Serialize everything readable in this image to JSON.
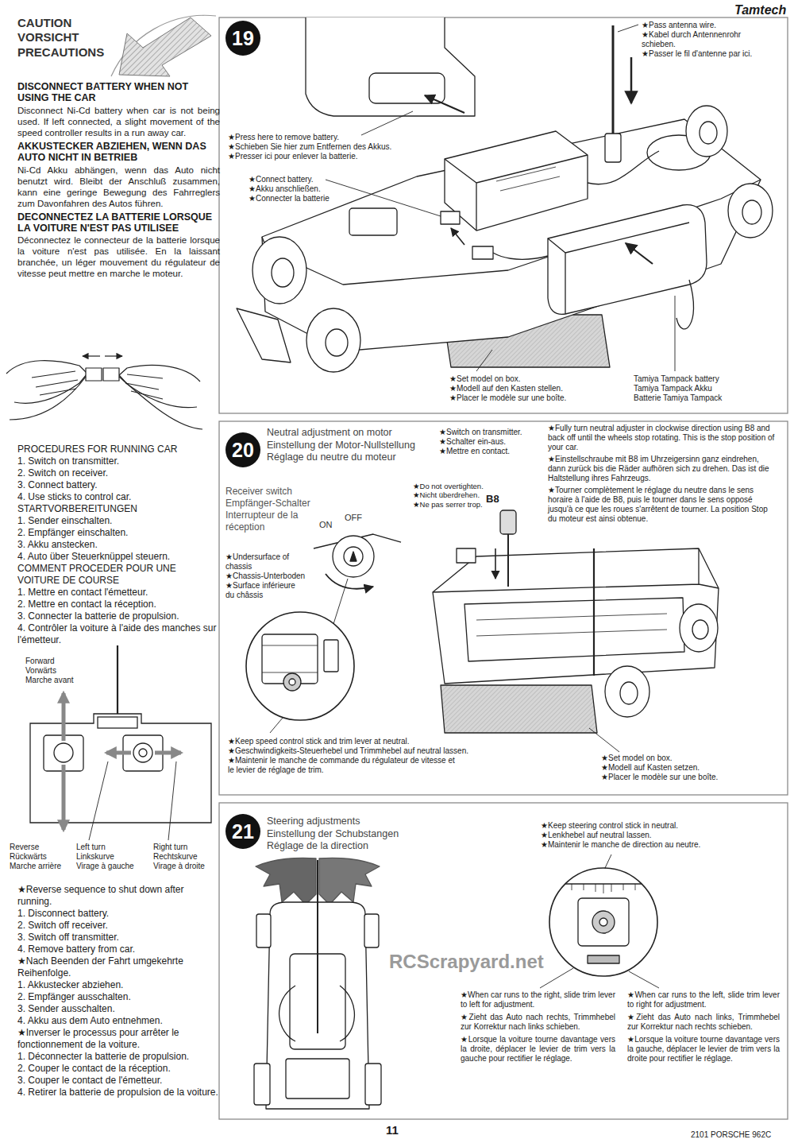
{
  "diagram": {
    "nodes": [
      {
        "text": [
          "19"
        ]
      },
      {
        "text": [
          "20"
        ]
      },
      {
        "text": [
          "21"
        ]
      }
    ],
    "labels": [
      "Tamtech",
      "CAUTION",
      "VORSICHT",
      "PRECAUTIONS",
      "DISCONNECT BATTERY WHEN NOT USING THE CAR",
      "Disconnect Ni-Cd battery when car is not being used. If left connected, a slight movement of the speed controller results in a run away car.",
      "AKKUSTECKER ABZIEHEN, WENN DAS AUTO NICHT IN BETRIEB",
      "Ni-Cd Akku abhängen, wenn das Auto nicht benutzt wird. Bleibt der Anschluß zusammen, kann eine geringe Bewegung des Fahrreglers zum Davonfahren des Autos führen.",
      "DECONNECTEZ LA BATTERIE LORSQUE LA VOITURE N'EST PAS UTILISEE",
      "Déconnectez le connecteur de la batterie lorsque la voiture n'est pas utilisée. En la laissant branchée, un léger mouvement du régulateur de vitesse peut mettre en marche le moteur.",
      "PROCEDURES FOR RUNNING CAR",
      "1. Switch on transmitter.",
      "2. Switch on receiver.",
      "3. Connect battery.",
      "4. Use sticks to control car.",
      "STARTVORBEREITUNGEN",
      "1. Sender einschalten.",
      "2. Empfänger einschalten.",
      "3. Akku anstecken.",
      "4. Auto über Steuerknüppel steuern.",
      "COMMENT PROCEDER POUR UNE VOITURE DE COURSE",
      "1. Mettre en contact l'émetteur.",
      "2. Mettre en contact la réception.",
      "3. Connecter la batterie de propulsion.",
      "4. Contrôler la voiture à l'aide des manches sur l'émetteur.",
      "Forward",
      "Vorwärts",
      "Marche avant",
      "Reverse",
      "Rückwärts",
      "Marche arrière",
      "Left turn",
      "Linkskurve",
      "Virage à gauche",
      "Right turn",
      "Rechtskurve",
      "Virage à droite",
      "★Reverse sequence to shut down after running.",
      "1. Disconnect battery.",
      "2. Switch off receiver.",
      "3. Switch off transmitter.",
      "4. Remove battery from car.",
      "★Nach Beenden der Fahrt umgekehrte Reihenfolge.",
      "1. Akkustecker abziehen.",
      "2. Empfänger ausschalten.",
      "3. Sender ausschalten.",
      "4. Akku aus dem Auto entnehmen.",
      "★Inverser le processus pour arrêter le fonctionnement de la voiture.",
      "1. Déconnecter la batterie de propulsion.",
      "2. Couper le contact de la réception.",
      "3. Couper le contact de l'émetteur.",
      "4. Retirer la batterie de propulsion de la voiture.",
      "★Pass antenna wire.",
      "★Kabel durch Antennenrohr schieben.",
      "★Passer le fil d'antenne par ici.",
      "★Press here to remove battery.",
      "★Schieben Sie hier zum Entfernen des Akkus.",
      "★Presser ici pour enlever la batterie.",
      "★Connect battery.",
      "★Akku anschließen.",
      "★Connecter la batterie",
      "★Set model on box.",
      "★Modell auf den Kasten stellen.",
      "★Placer le modèle sur une boîte.",
      "Tamiya Tampack battery",
      "Tamiya Tampack Akku",
      "Batterie Tamiya Tampack",
      "Neutral adjustment on motor",
      "Einstellung der Motor-Nullstellung",
      "Réglage du neutre du moteur",
      "★Switch on transmitter.",
      "★Schalter ein-aus.",
      "★Mettre en contact.",
      "★Fully turn neutral adjuster in clockwise direction using B8 and back off until the wheels stop rotating. This is the stop position of your car.",
      "★Einstellschraube mit B8 im Uhrzeigersinn ganz eindrehen, dann zurück bis die Räder aufhören sich zu drehen. Das ist die Haltstellung ihres Fahrzeugs.",
      "★Tourner complètement le réglage du neutre dans le sens horaire à l'aide de B8, puis le tourner dans le sens opposé jusqu'à ce que les roues s'arrêtent de tourner. La position Stop du moteur est ainsi obtenue.",
      "Receiver switch",
      "Empfänger-Schalter",
      "Interrupteur de la réception",
      "ON",
      "OFF",
      "★Do not overtighten.",
      "★Nicht überdrehen.",
      "★Ne pas serrer trop.",
      "B8",
      "★Undersurface of chassis",
      "★Chassis-Unterboden",
      "★Surface inférieure du châssis",
      "★Keep speed control stick and trim lever at neutral.",
      "★Geschwindigkeits-Steuerhebel und Trimmhebel auf neutral lassen.",
      "★Maintenir le manche de commande du régulateur de vitesse et le levier de réglage de trim.",
      "★Set model on box.",
      "★Modell auf Kasten setzen.",
      "★Placer le modèle sur une boîte.",
      "Steering adjustments",
      "Einstellung der Schubstangen",
      "Réglage de la direction",
      "★Keep steering control stick in neutral.",
      "★Lenkhebel auf neutral lassen.",
      "★Maintenir le manche de direction au neutre.",
      "★When car runs to the right, slide trim lever to left for adjustment.",
      "★Zieht das Auto nach rechts, Trimmhebel zur Korrektur nach links schieben.",
      "★Lorsque la voiture tourne davantage vers la droite, déplacer le levier de trim vers la gauche pour rectifier le réglage.",
      "★When car runs to the left, slide trim lever to right for adjustment.",
      "★Zieht das Auto nach links, Trimmhebel zur Korrektur nach rechts schieben.",
      "★Lorsque la voiture tourne davantage vers la gauche, déplacer le levier de trim vers la droite pour rectifier le réglage.",
      "RCScrapyard.net",
      "11",
      "2101 PORSCHE 962C"
    ]
  }
}
